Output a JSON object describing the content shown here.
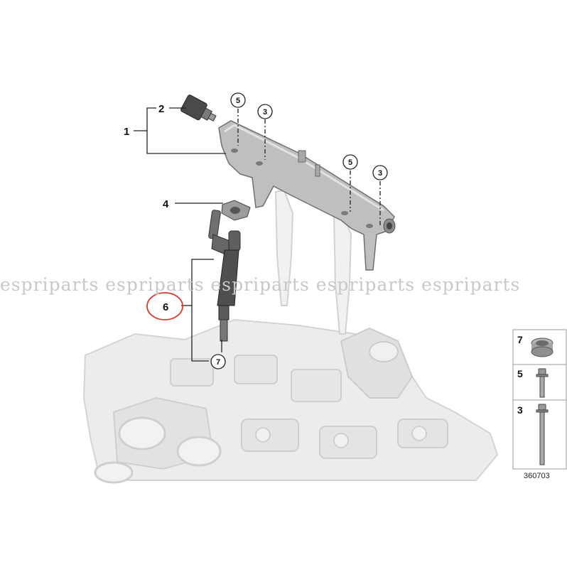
{
  "callouts": {
    "c1": "1",
    "c2": "2",
    "c3a": "3",
    "c3b": "3",
    "c4": "4",
    "c5a": "5",
    "c5b": "5",
    "c6": "6",
    "c7": "7"
  },
  "watermark": {
    "text": "espriparts espriparts espriparts espriparts espriparts"
  },
  "legend": {
    "items": [
      {
        "num": "7",
        "icon": "sealing-ring-icon"
      },
      {
        "num": "5",
        "icon": "short-bolt-icon"
      },
      {
        "num": "3",
        "icon": "long-bolt-icon"
      }
    ]
  },
  "diagram_id": "360703",
  "colors": {
    "highlight_circle": "#e0352b",
    "line": "#222222",
    "engine_ghost": "#e3e3e3",
    "rail": "#bdbdbd"
  }
}
